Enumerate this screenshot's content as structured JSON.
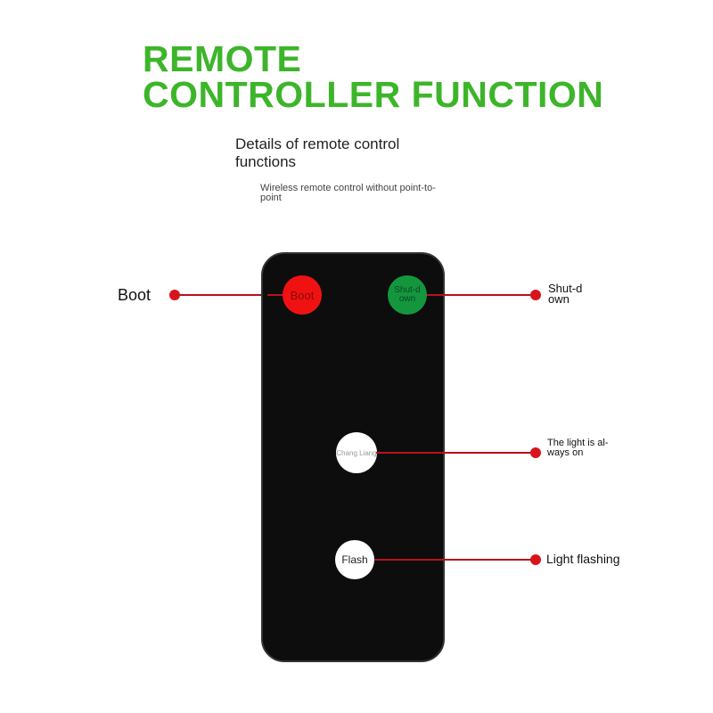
{
  "title": {
    "line1": "REMOTE",
    "line2": "CONTROLLER FUNCTION",
    "color": "#3db52a"
  },
  "subtitle": "Details of remote control functions",
  "description": "Wireless remote control without point-to-point",
  "remote": {
    "buttons": [
      {
        "label": "Boot",
        "color": "#f01212"
      },
      {
        "label": "Shut-down",
        "color": "#14963f"
      },
      {
        "label": "Chang Liang",
        "color": "#ffffff"
      },
      {
        "label": "Flash",
        "color": "#ffffff"
      }
    ]
  },
  "callouts": {
    "boot": "Boot",
    "shutdown": "Shut-down",
    "always_on": "The light is al-ways on",
    "flashing": "Light flashing"
  },
  "line_color": "#b5121b"
}
